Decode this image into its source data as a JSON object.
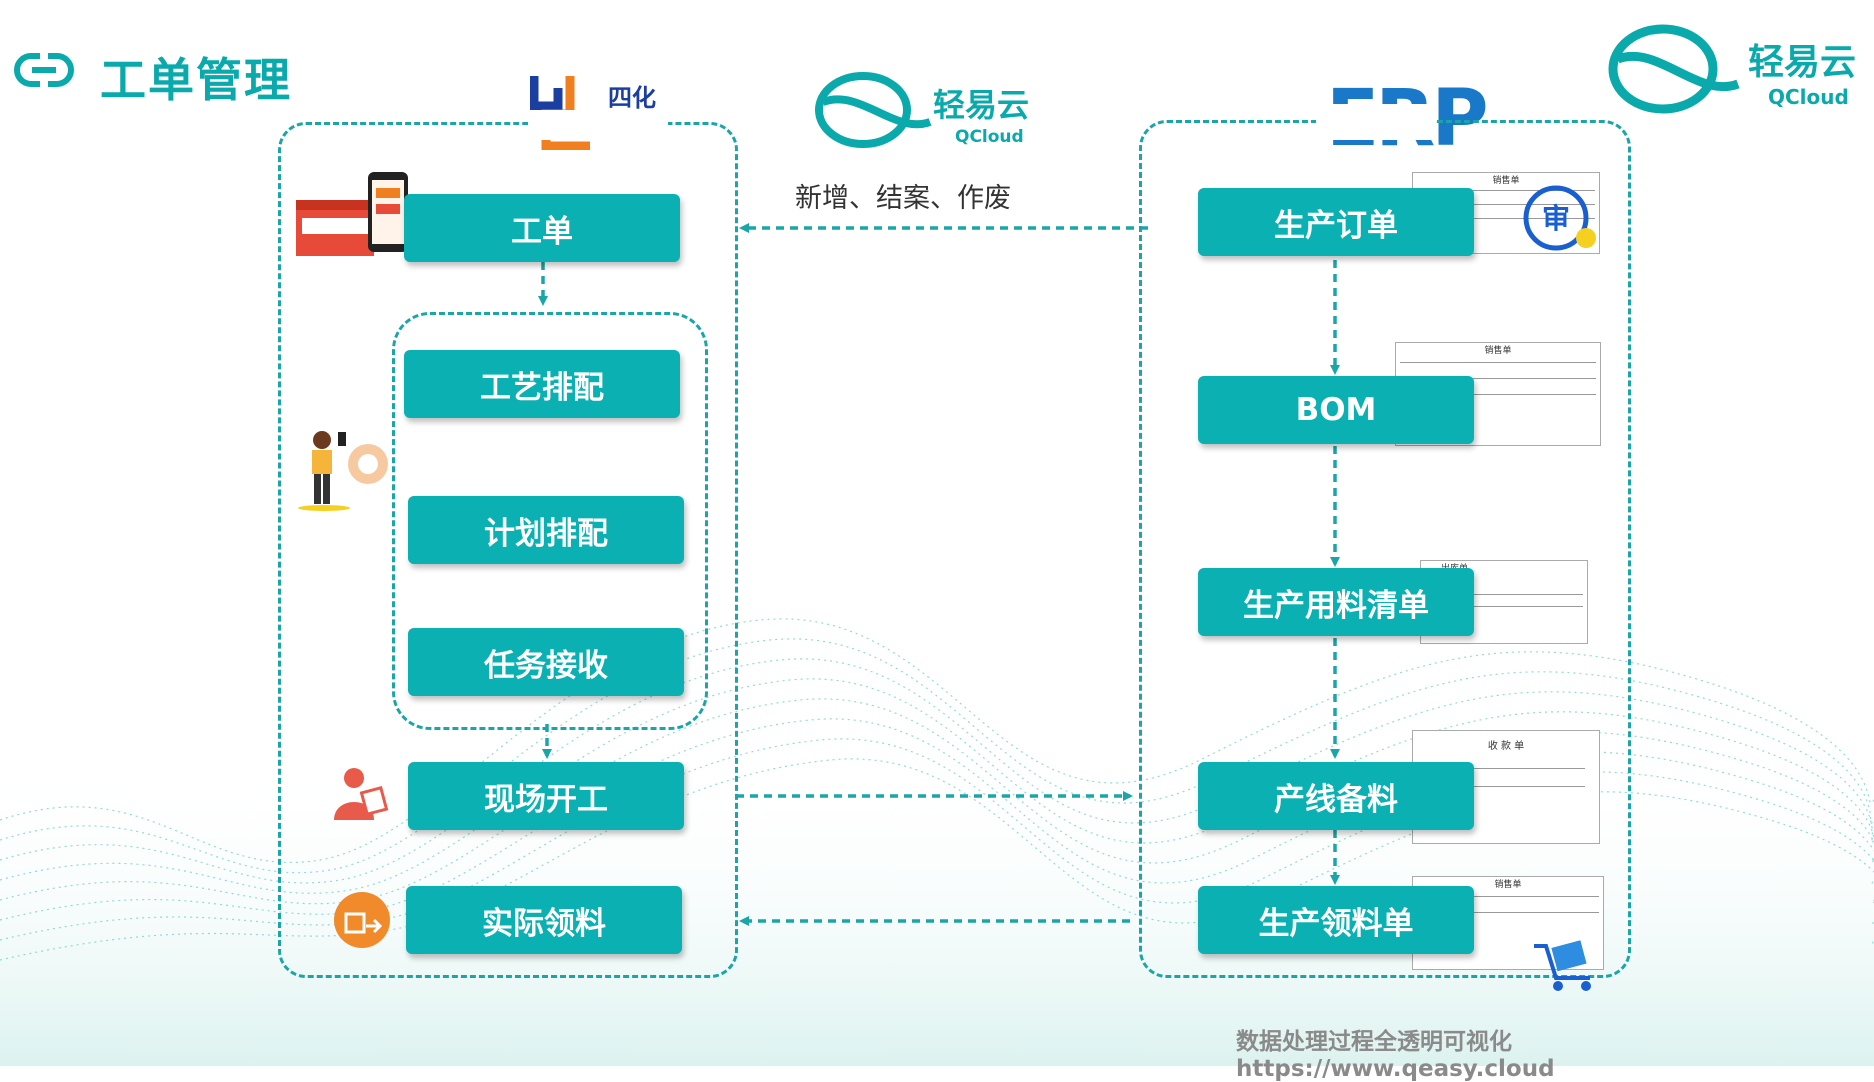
{
  "title": "工单管理",
  "left_logo_text": "四化",
  "qcloud": {
    "cn": "轻易云",
    "en": "QCloud"
  },
  "erp_label": "ERP",
  "annotation": "新增、结案、作废",
  "left_flow": [
    "工单",
    "工艺排配",
    "计划排配",
    "任务接收",
    "现场开工",
    "实际领料"
  ],
  "right_flow": [
    "生产订单",
    "BOM",
    "生产用料清单",
    "产线备料",
    "生产领料单"
  ],
  "doc_labels": {
    "sales": "销售单",
    "outbound": "出库单",
    "receipt": "收 款 单",
    "review": "审"
  },
  "footer": {
    "slogan": "数据处理过程全透明可视化",
    "url": "https://www.qeasy.cloud"
  }
}
